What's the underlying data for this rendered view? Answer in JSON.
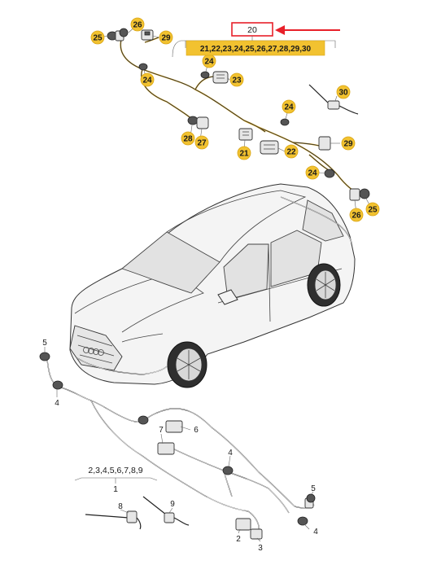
{
  "diagram": {
    "callouts": {
      "main_harness": "20",
      "main_harness_parts": "21,22,23,24,25,26,27,28,29,30",
      "front_harness_parts": "2,3,4,5,6,7,8,9",
      "front_harness": "1"
    },
    "upper_labels": [
      "26",
      "25",
      "29",
      "24",
      "24",
      "23",
      "30",
      "24",
      "28",
      "27",
      "21",
      "22",
      "29",
      "24",
      "26",
      "25"
    ],
    "lower_labels": [
      "5",
      "4",
      "6",
      "7",
      "4",
      "5",
      "8",
      "9",
      "4",
      "2",
      "3"
    ],
    "colors": {
      "callout_yellow": "#f2c230",
      "highlight_red": "#e8202a",
      "harness_yellow": "#d9a514"
    }
  }
}
